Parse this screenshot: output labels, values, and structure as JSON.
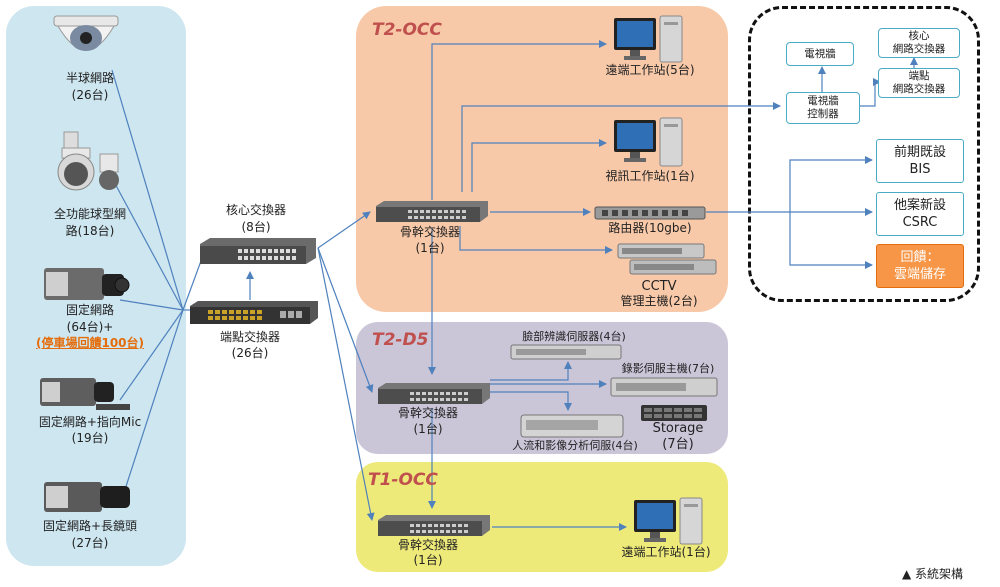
{
  "cameras": [
    {
      "name": "半球網路",
      "count": "(26台)"
    },
    {
      "name_line1": "全功能球型網",
      "name_line2": "路(18台)"
    },
    {
      "name": "固定網路",
      "count": "(64台)+",
      "extra": "(停車場回饋100台)"
    },
    {
      "name": "固定網路+指向Mic",
      "count": "(19台)"
    },
    {
      "name": "固定網路+長鏡頭",
      "count": "(27台)"
    }
  ],
  "core_switch": {
    "name": "核心交換器",
    "count": "(8台)"
  },
  "edge_switch": {
    "name": "端點交換器",
    "count": "(26台)"
  },
  "zones": {
    "t2_occ": {
      "title": "T2-OCC",
      "backbone": {
        "name": "骨幹交換器",
        "count": "(1台)"
      },
      "remote_ws": "遠端工作站(5台)",
      "video_ws": "視訊工作站(1台)",
      "router": "路由器(10gbe)",
      "cctv_line1": "CCTV",
      "cctv_line2": "管理主機(2台)"
    },
    "t2_d5": {
      "title": "T2-D5",
      "backbone": {
        "name": "骨幹交換器",
        "count": "(1台)"
      },
      "face_server": "臉部辨識伺服器(4台)",
      "recorder": "錄影伺服主機(7台)",
      "storage_line1": "Storage",
      "storage_line2": "(7台)",
      "analytics": "人流和影像分析伺服(4台)"
    },
    "t1_occ": {
      "title": "T1-OCC",
      "backbone": {
        "name": "骨幹交換器",
        "count": "(1台)"
      },
      "remote_ws": "遠端工作站(1台)"
    }
  },
  "right_panel": {
    "tv_wall": "電視牆",
    "core_net_switch_line1": "核心",
    "core_net_switch_line2": "網路交換器",
    "edge_net_switch_line1": "端點",
    "edge_net_switch_line2": "網路交換器",
    "tv_wall_ctrl_line1": "電視牆",
    "tv_wall_ctrl_line2": "控制器",
    "bis_line1": "前期既設",
    "bis_line2": "BIS",
    "csrc_line1": "他案新設",
    "csrc_line2": "CSRC",
    "cloud_line1": "回饋：",
    "cloud_line2": "雲端儲存"
  },
  "caption": "▲ 系統架構",
  "colors": {
    "left_panel": "#cde6f0",
    "t2_occ": "#f8c9a8",
    "t2_d5": "#c9c3d6",
    "t1_occ": "#eeea7a",
    "link": "#4f81bd",
    "cloud_fill": "#f79646"
  }
}
